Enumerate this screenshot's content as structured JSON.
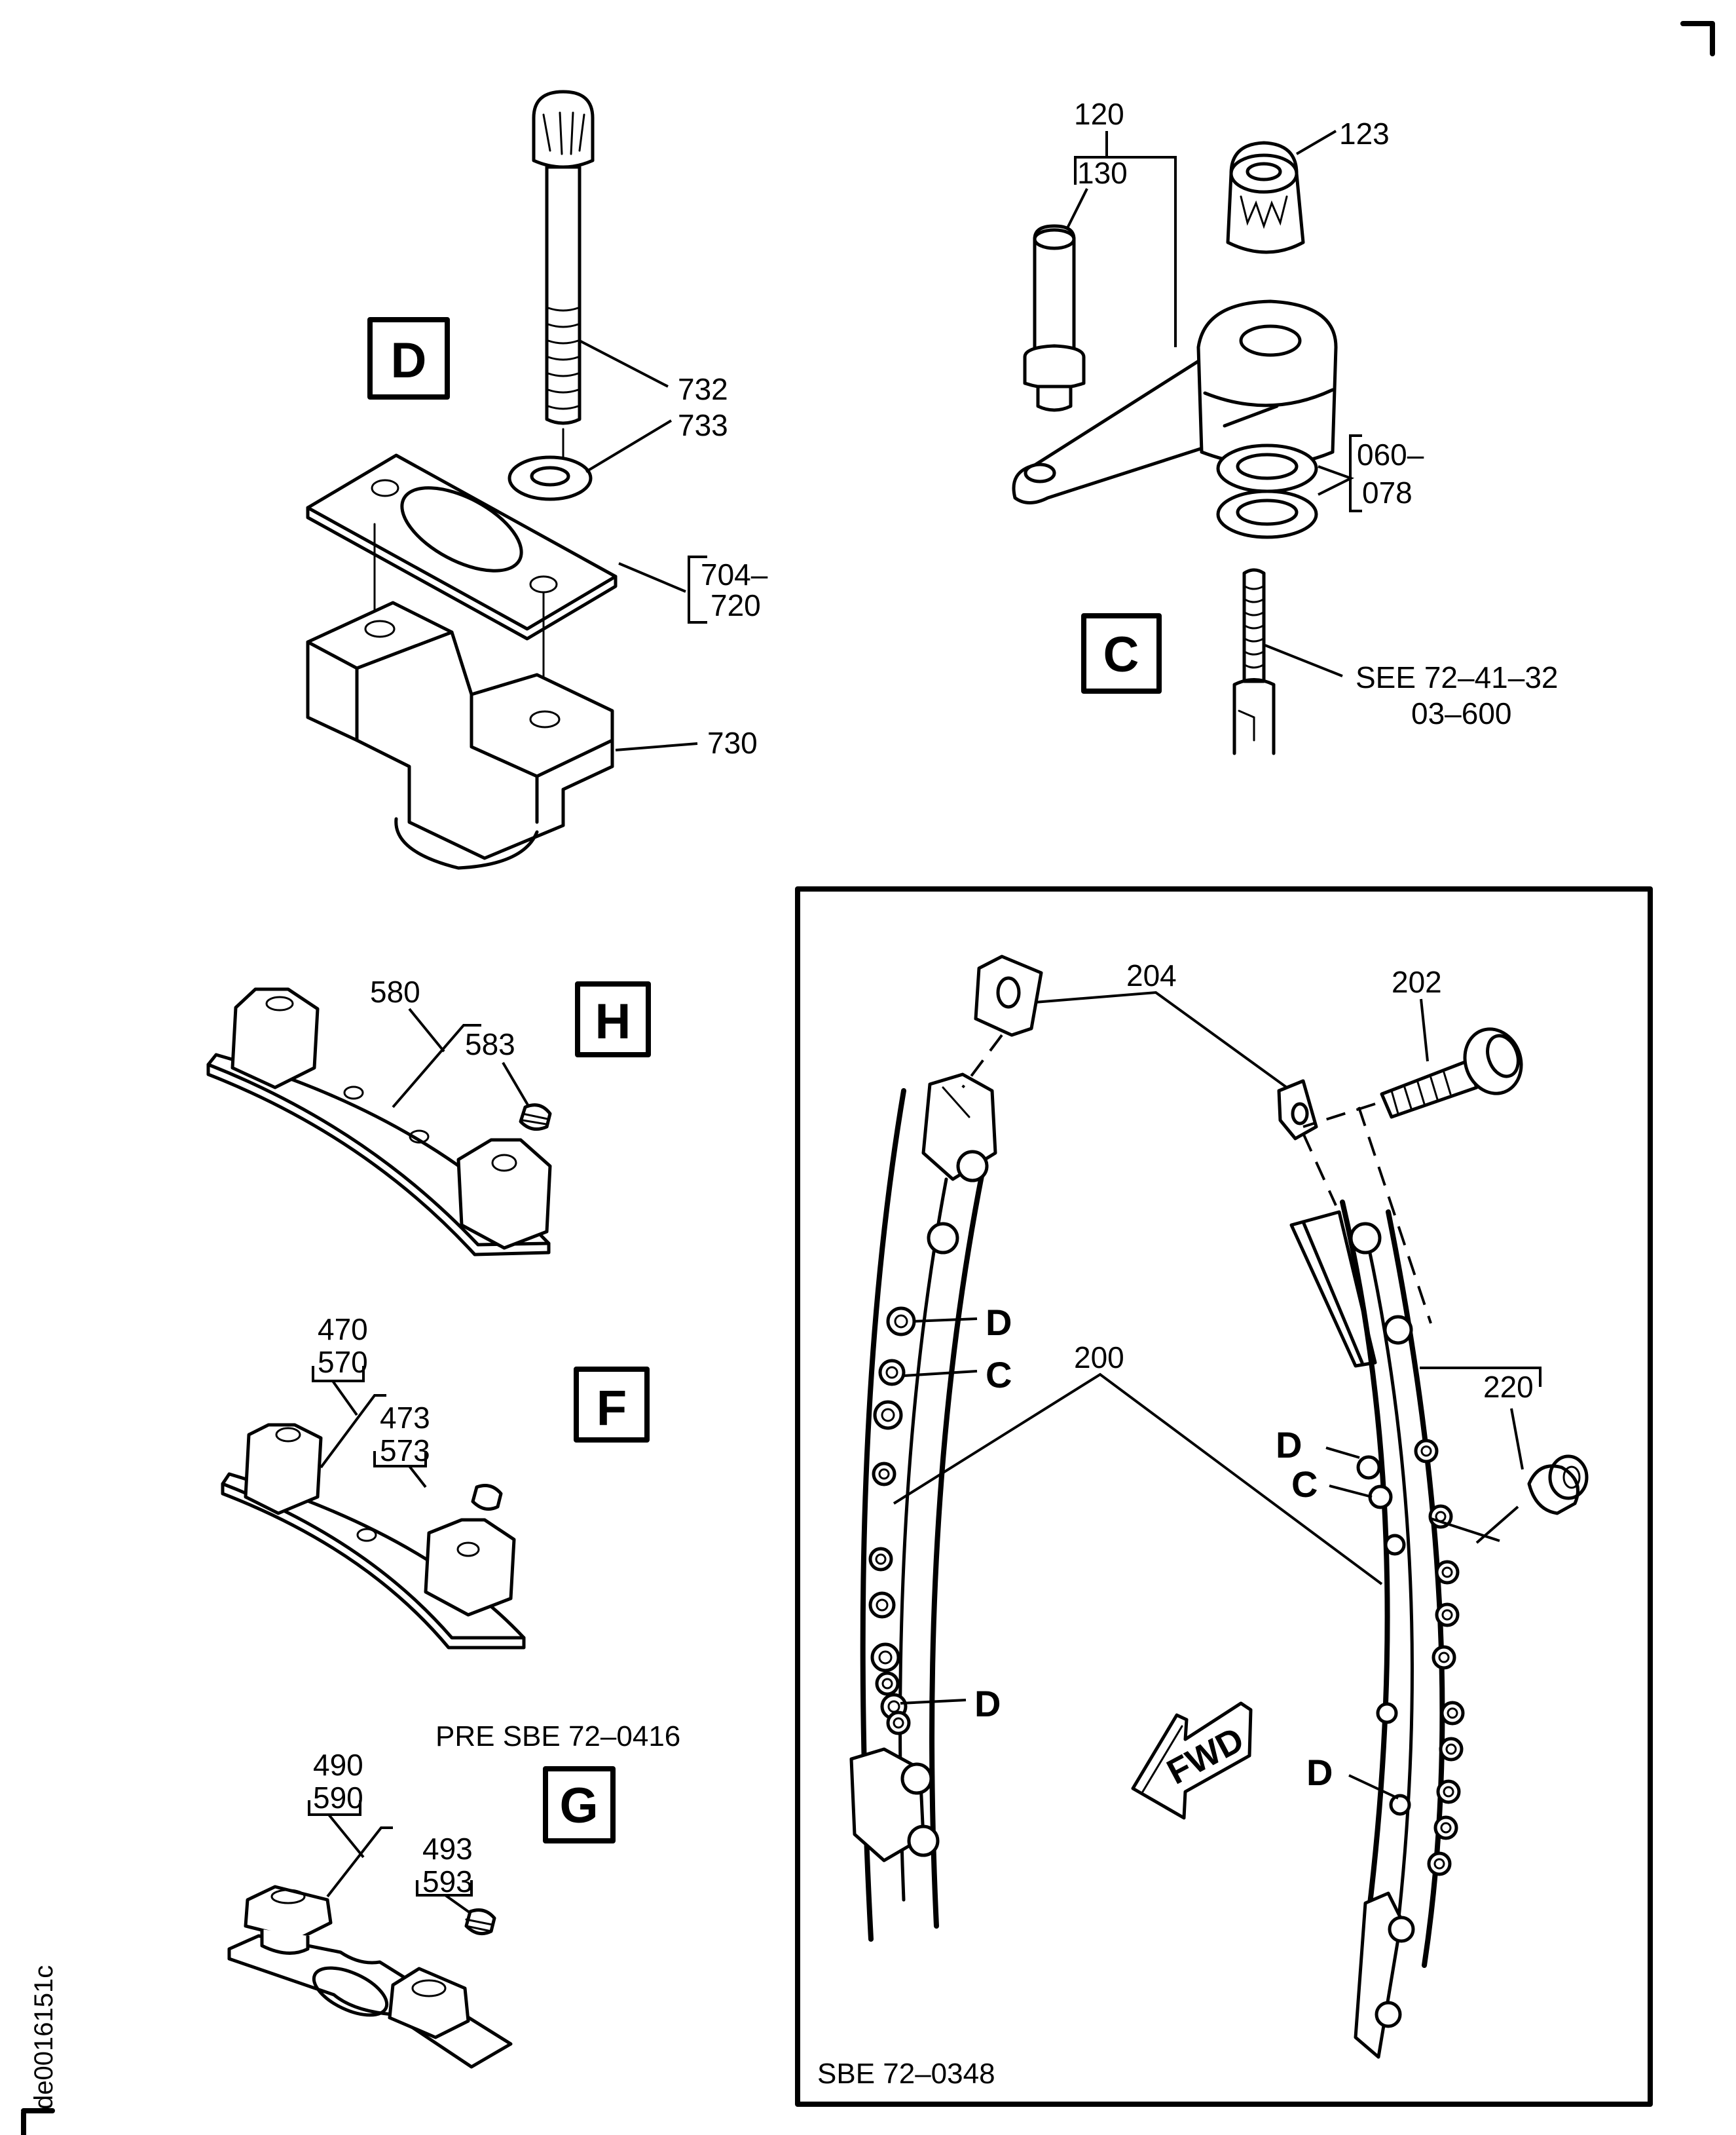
{
  "document_id": "de0016151c",
  "views": {
    "D": {
      "letter": "D",
      "callouts": {
        "bolt": "732",
        "washer": "733",
        "shim_range_start": "704–",
        "shim_range_end": "720",
        "block": "730"
      }
    },
    "C": {
      "letter": "C",
      "callouts": {
        "assembly": "120",
        "pin": "130",
        "nut": "123",
        "washer_range_start": "060–",
        "washer_range_end": "078"
      },
      "see_ref_line1": "SEE 72–41–32",
      "see_ref_line2": "03–600"
    },
    "H": {
      "letter": "H",
      "callouts": {
        "segment": "580",
        "insert": "583"
      }
    },
    "F": {
      "letter": "F",
      "callouts": {
        "segment_a": "470",
        "segment_b": "570",
        "insert_a": "473",
        "insert_b": "573"
      }
    },
    "G": {
      "letter": "G",
      "note": "PRE SBE 72–0416",
      "callouts": {
        "segment_a": "490",
        "segment_b": "590",
        "insert_a": "493",
        "insert_b": "593"
      }
    },
    "main": {
      "callouts": {
        "nut_plate": "204",
        "bolt": "202",
        "segment": "200",
        "plug": "220"
      },
      "refs": {
        "d1": "D",
        "c1": "C",
        "d2": "D",
        "d3": "D",
        "c2": "C",
        "d4": "D"
      },
      "fwd_label": "FWD",
      "note": "SBE 72–0348"
    }
  }
}
